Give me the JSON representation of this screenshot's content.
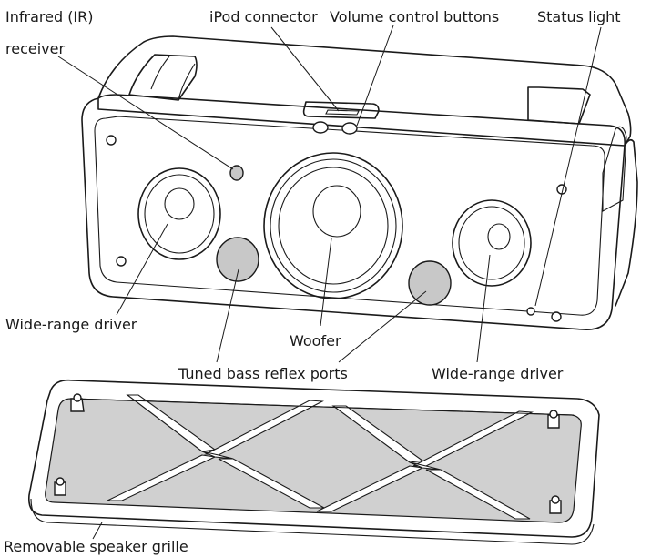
{
  "labels": {
    "ir_receiver_line1": "Infrared (IR)",
    "ir_receiver_line2": "receiver",
    "ipod_connector": "iPod connector",
    "volume_buttons": "Volume control buttons",
    "status_light": "Status light",
    "wide_range_left": "Wide-range driver",
    "woofer": "Woofer",
    "bass_ports": "Tuned bass reflex ports",
    "wide_range_right": "Wide-range driver",
    "grille": "Removable speaker grille"
  },
  "colors": {
    "line": "#1a1a1a",
    "port_fill": "#c8c8c8",
    "background": "#ffffff"
  }
}
